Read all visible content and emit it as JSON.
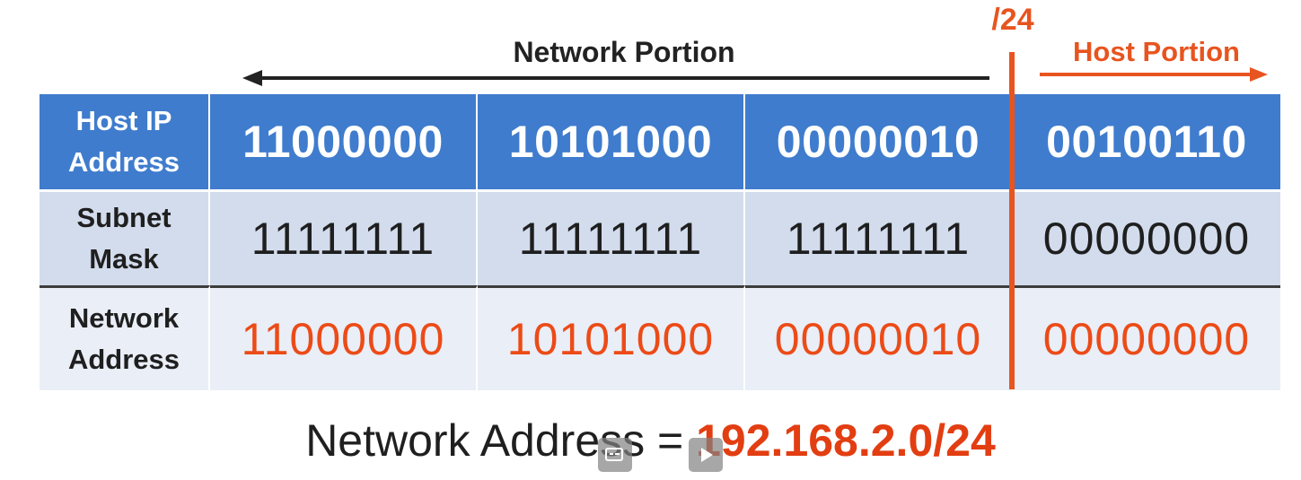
{
  "cidr": "/24",
  "network_portion_label": "Network Portion",
  "host_portion_label": "Host Portion",
  "colors": {
    "header_blue": "#3f7ccd",
    "accent_orange": "#e8541f",
    "row_gray": "#d2dcec",
    "row_light": "#e9eef7"
  },
  "table": {
    "rows": [
      {
        "label_line1": "Host IP",
        "label_line2": "Address",
        "octets": [
          "11000000",
          "10101000",
          "00000010",
          "00100110"
        ]
      },
      {
        "label_line1": "Subnet",
        "label_line2": "Mask",
        "octets": [
          "11111111",
          "11111111",
          "11111111",
          "00000000"
        ]
      },
      {
        "label_line1": "Network",
        "label_line2": "Address",
        "octets": [
          "11000000",
          "10101000",
          "00000010",
          "00000000"
        ]
      }
    ]
  },
  "result": {
    "prefix": "Network Address = ",
    "value": "192.168.2.0/24"
  },
  "overlay": {
    "icons": [
      "captions-icon",
      "play-icon"
    ]
  }
}
